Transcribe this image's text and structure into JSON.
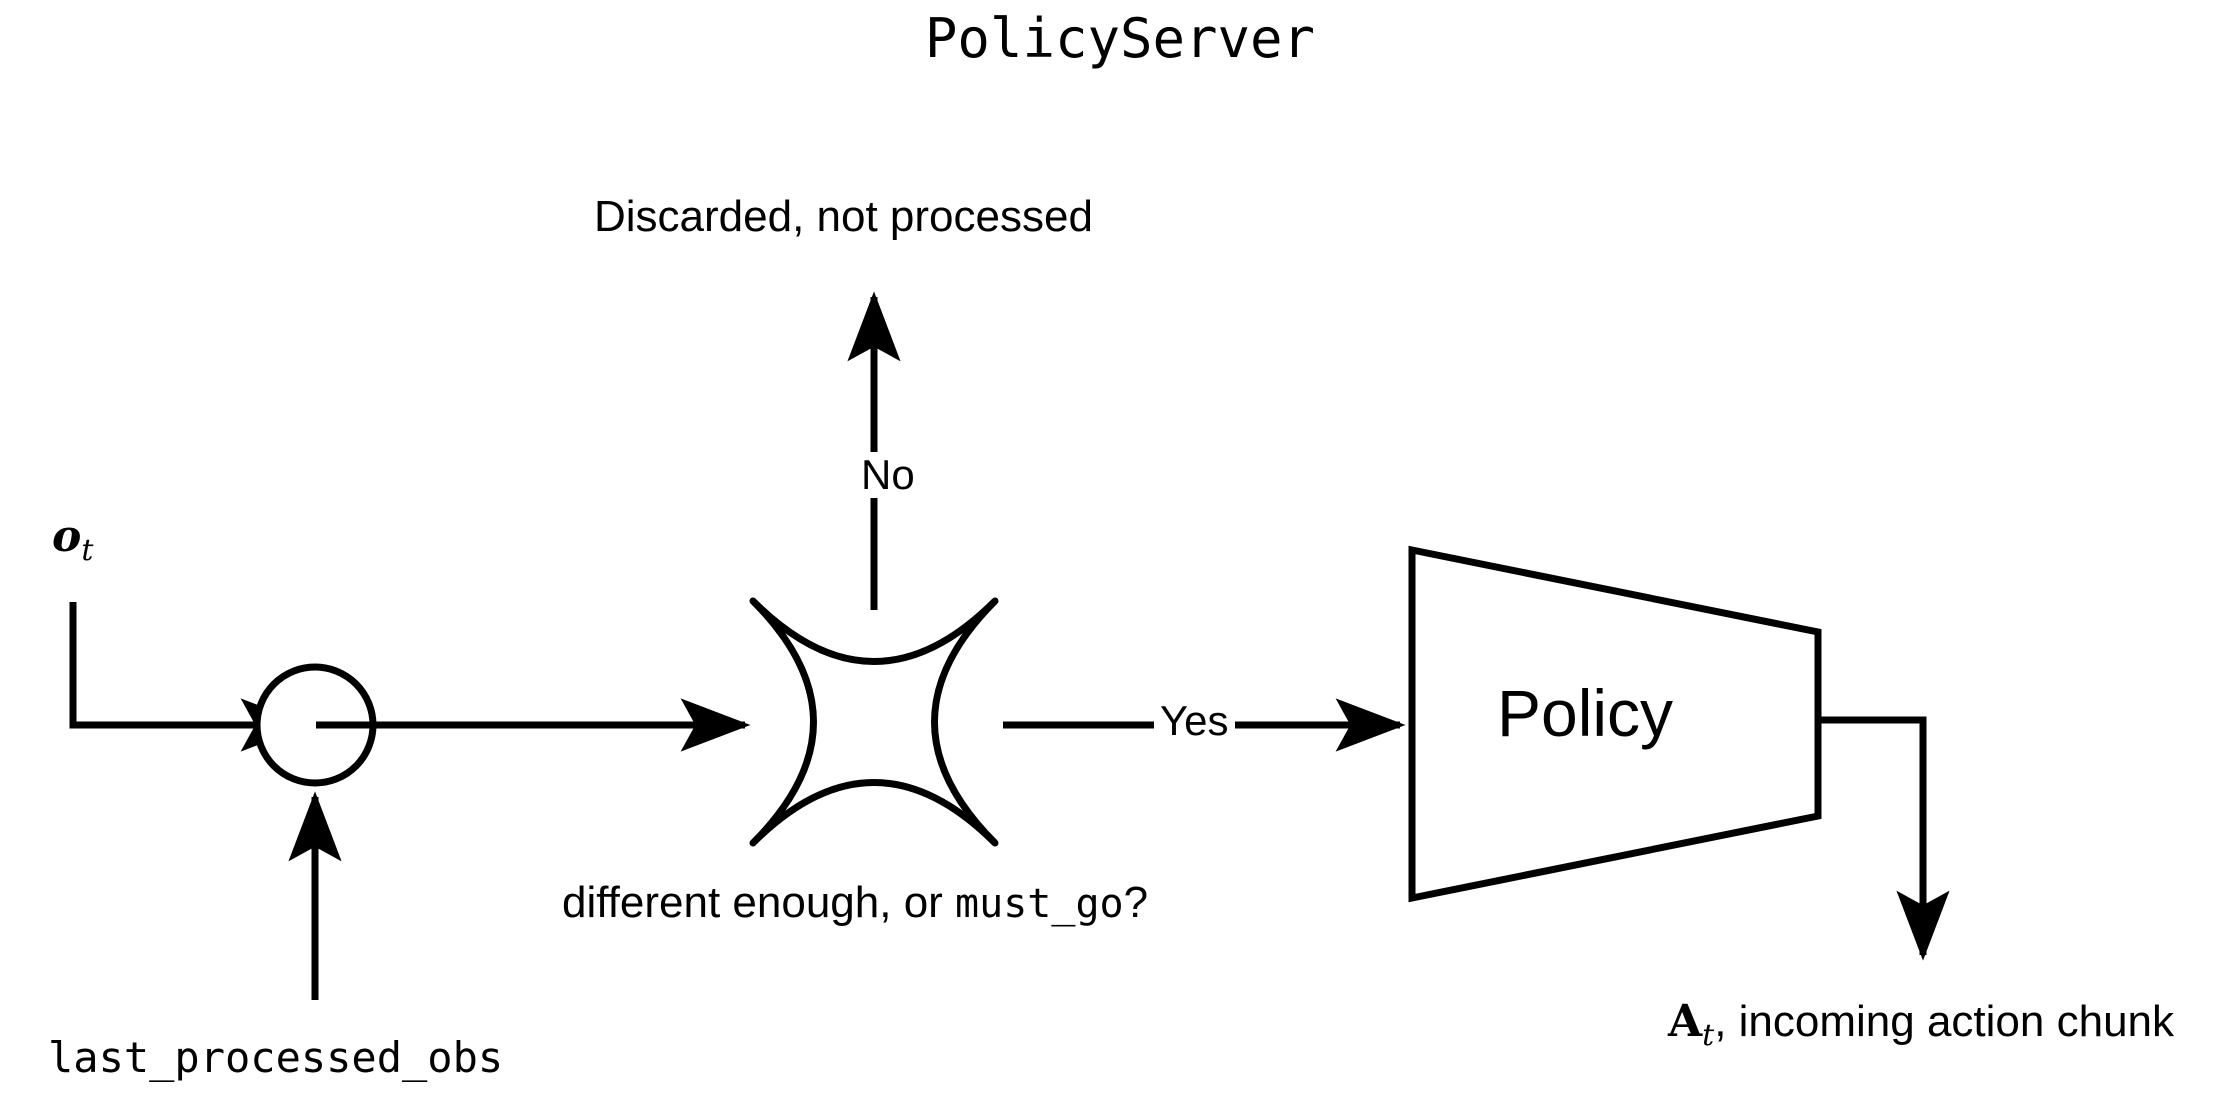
{
  "title": "PolicyServer",
  "nodes": {
    "junction": {
      "name": "merge-junction",
      "shape": "circle"
    },
    "decision": {
      "name": "decision-node",
      "shape": "concave-star",
      "caption_prefix": "different enough, or ",
      "caption_code": "must_go",
      "caption_suffix": "?"
    },
    "policy": {
      "name": "policy-block",
      "shape": "trapezoid",
      "label": "Policy"
    }
  },
  "inputs": {
    "observation": {
      "math": "o",
      "subscript": "t"
    },
    "last_processed_obs": "last_processed_obs"
  },
  "edges": {
    "no_label": "No",
    "yes_label": "Yes",
    "discarded_label": "Discarded, not processed"
  },
  "outputs": {
    "action_chunk": {
      "math": "A",
      "subscript": "t",
      "text": ", incoming action chunk"
    }
  },
  "colors": {
    "stroke": "#000000",
    "background": "#ffffff",
    "text": "#000000"
  }
}
